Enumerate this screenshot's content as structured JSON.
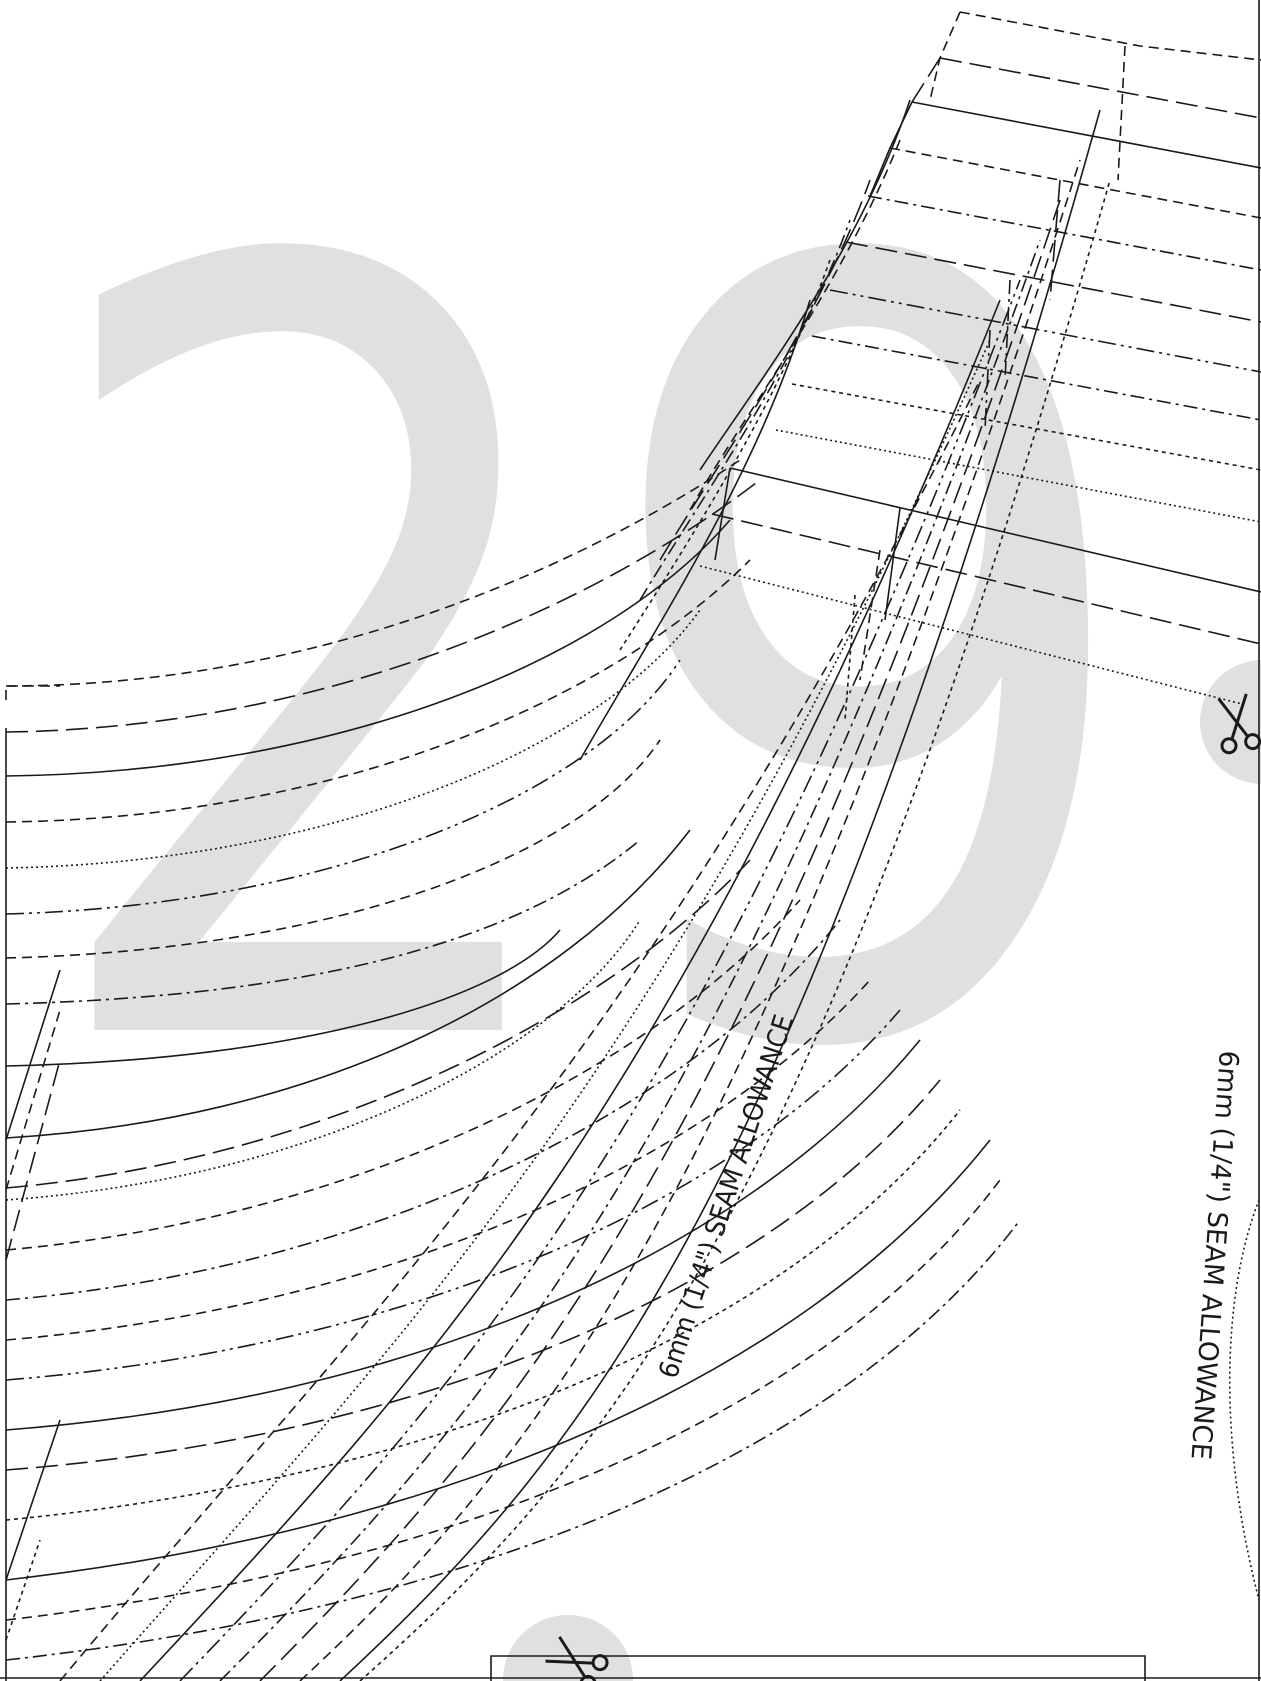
{
  "page": {
    "page_number": "29",
    "seam_allowance_label_center": "6mm (1/4\") SEAM ALLOWANCE",
    "seam_allowance_label_right": "6mm (1/4\") SEAM ALLOWANCE"
  },
  "icons": {
    "cut_marker_right": "scissors-icon",
    "cut_marker_bottom": "scissors-icon"
  },
  "colors": {
    "line": "#1a1a1a",
    "watermark": "#e0e0e0",
    "background": "#ffffff"
  }
}
